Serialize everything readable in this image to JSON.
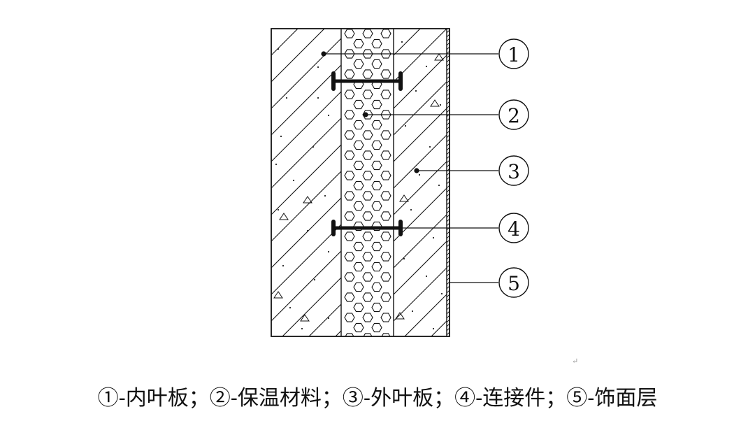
{
  "callouts": [
    {
      "id": 1,
      "label": "1"
    },
    {
      "id": 2,
      "label": "2"
    },
    {
      "id": 3,
      "label": "3"
    },
    {
      "id": 4,
      "label": "4"
    },
    {
      "id": 5,
      "label": "5"
    }
  ],
  "caption": "①-内叶板；②-保温材料；③-外叶板；④-连接件；⑤-饰面层",
  "return_mark": "↵",
  "colors": {
    "line": "#111111",
    "background": "#ffffff"
  }
}
